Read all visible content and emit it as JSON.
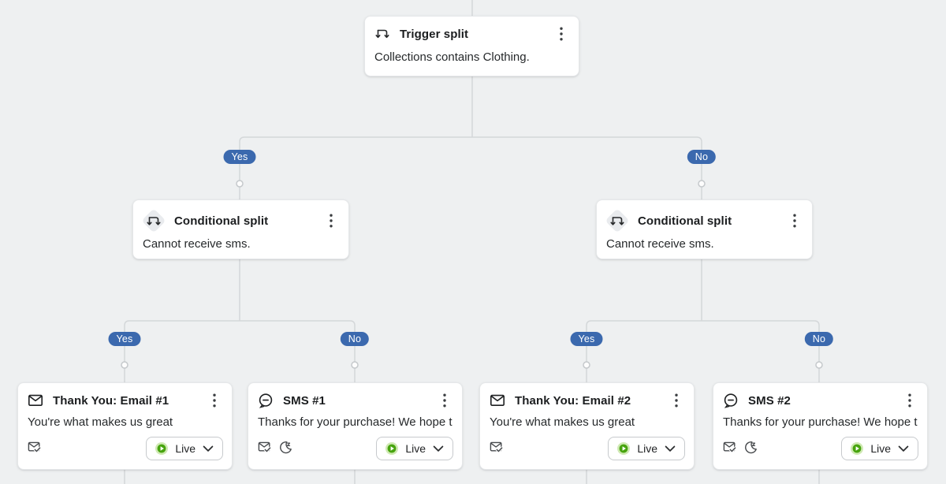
{
  "colors": {
    "background": "#eef0f1",
    "card_background": "#ffffff",
    "connector_line": "#d4d7d9",
    "branch_badge_blue": "#3b69ae",
    "live_green": "#47a40e",
    "live_ring_green": "#cfe9b3"
  },
  "branch_labels": {
    "yes": "Yes",
    "no": "No"
  },
  "nodes": {
    "trigger_split": {
      "icon": "trigger-split-icon",
      "title": "Trigger split",
      "description": "Collections contains Clothing."
    },
    "conditional_split_left": {
      "icon": "conditional-split-icon",
      "title": "Conditional split",
      "description": "Cannot receive sms."
    },
    "conditional_split_right": {
      "icon": "conditional-split-icon",
      "title": "Conditional split",
      "description": "Cannot receive sms."
    },
    "email_1": {
      "icon": "email-icon",
      "title": "Thank You: Email #1",
      "description": "You're what makes us great",
      "status": "Live",
      "footer_icons": [
        "smart-sending-icon"
      ]
    },
    "sms_1": {
      "icon": "sms-icon",
      "title": "SMS #1",
      "description": "Thanks for your purchase! We hope that …",
      "status": "Live",
      "footer_icons": [
        "smart-sending-icon",
        "quiet-hours-icon"
      ]
    },
    "email_2": {
      "icon": "email-icon",
      "title": "Thank You: Email #2",
      "description": "You're what makes us great",
      "status": "Live",
      "footer_icons": [
        "smart-sending-icon"
      ]
    },
    "sms_2": {
      "icon": "sms-icon",
      "title": "SMS #2",
      "description": "Thanks for your purchase! We hope that …",
      "status": "Live",
      "footer_icons": [
        "smart-sending-icon",
        "quiet-hours-icon"
      ]
    }
  }
}
